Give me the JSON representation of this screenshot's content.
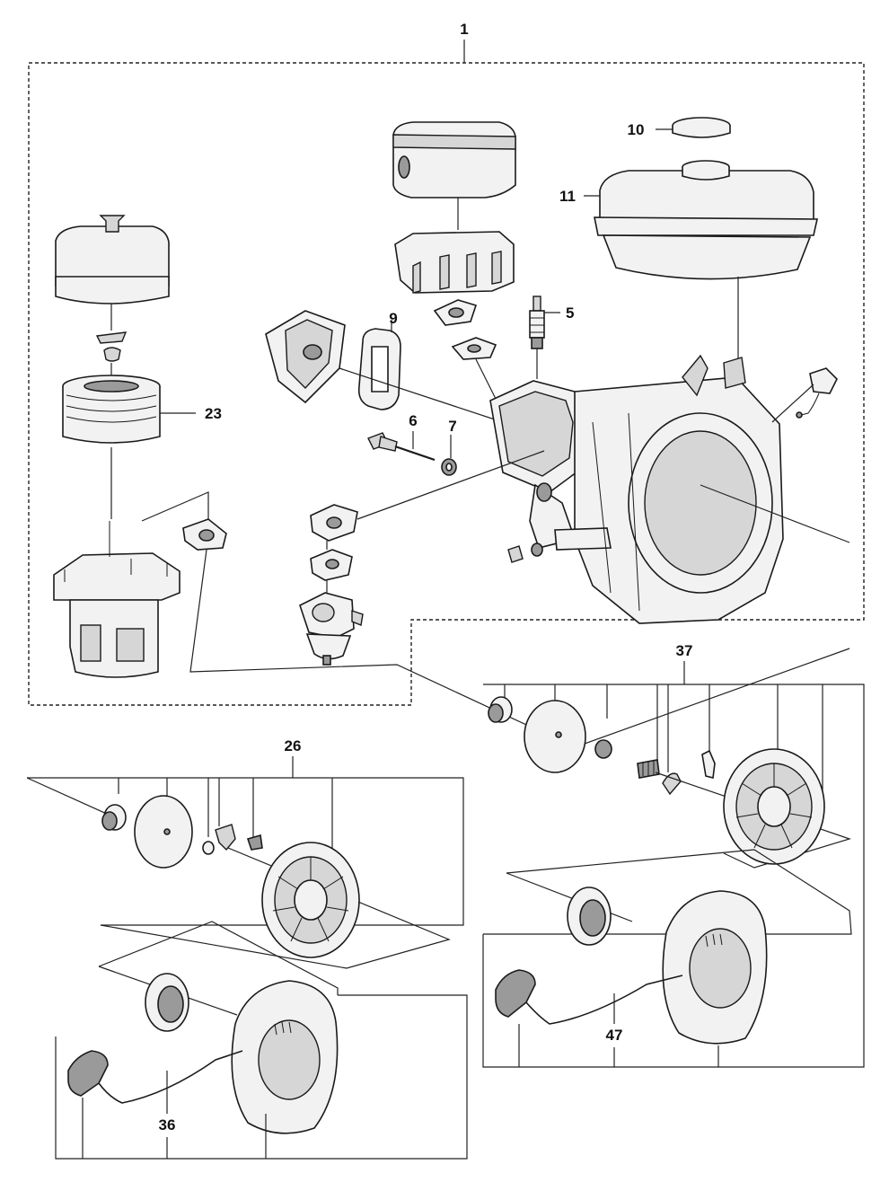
{
  "labels": {
    "l1": "1",
    "l5": "5",
    "l6": "6",
    "l7": "7",
    "l9": "9",
    "l10": "10",
    "l11": "11",
    "l23": "23",
    "l26": "26",
    "l36": "36",
    "l37": "37",
    "l47": "47"
  }
}
